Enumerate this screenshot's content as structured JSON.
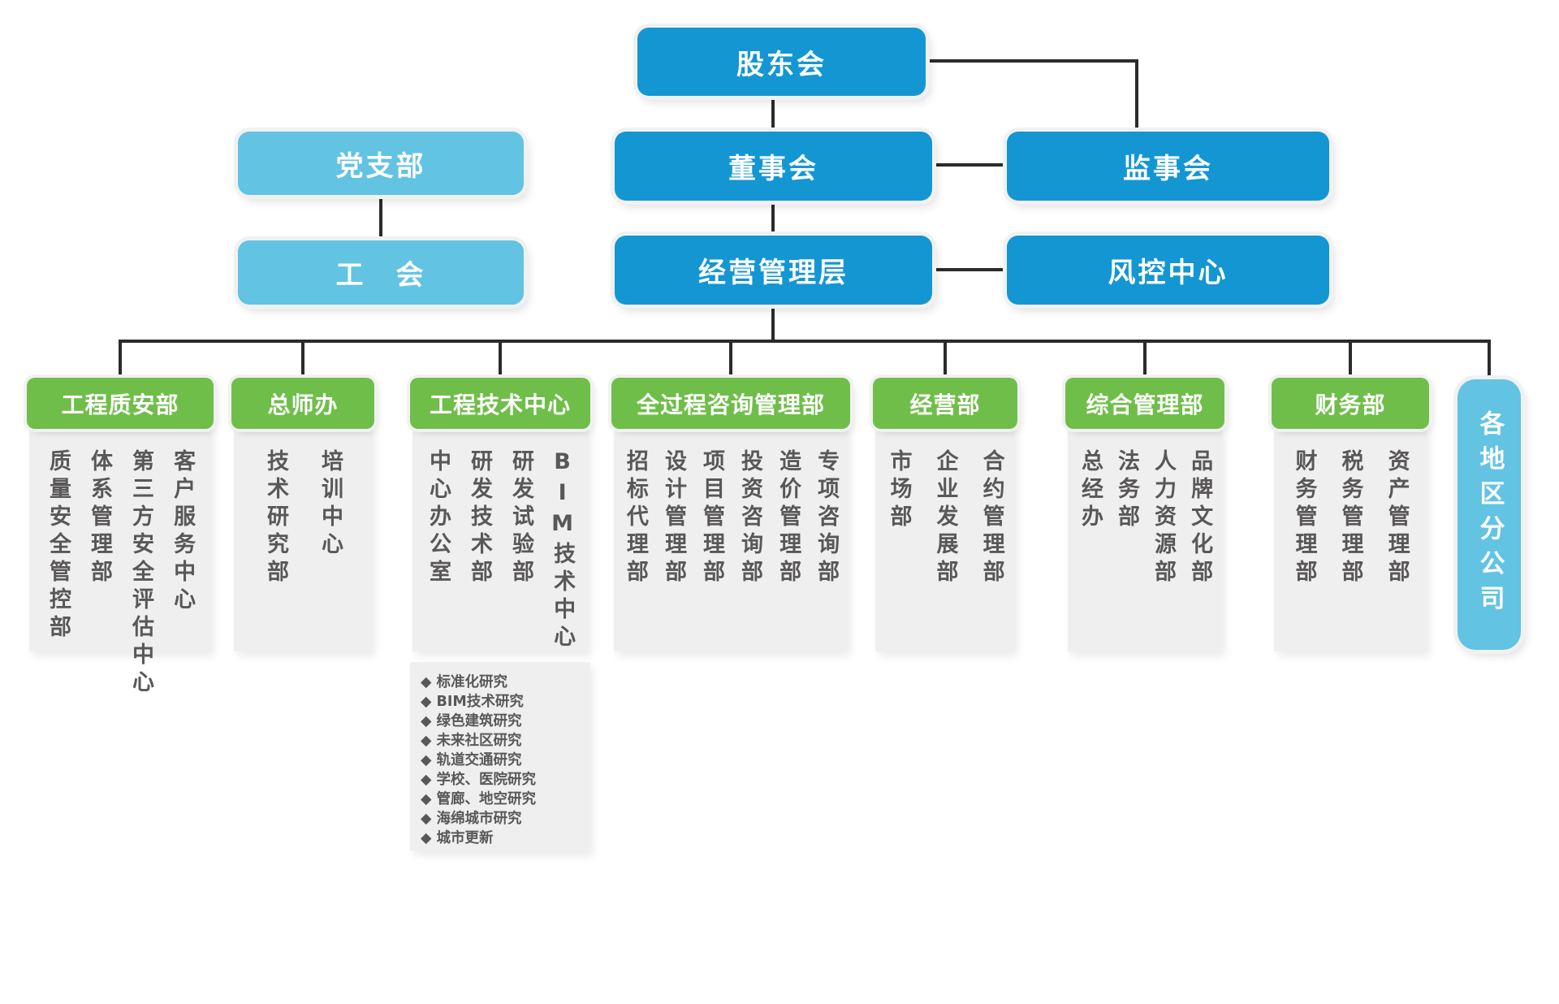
{
  "palette": {
    "primary_blue": "#1496D3",
    "light_blue": "#62C3E3",
    "green": "#70BE4A",
    "panel_gray": "#EFEFEF",
    "line_dark": "#2B2B2B",
    "item_text": "#595757"
  },
  "bullet_marker": "◆",
  "nodes": {
    "shareholders": {
      "label": "股东会"
    },
    "board": {
      "label": "董事会"
    },
    "supervisory": {
      "label": "监事会"
    },
    "management": {
      "label": "经营管理层"
    },
    "risk_control": {
      "label": "风控中心"
    },
    "party_branch": {
      "label": "党支部"
    },
    "labor_union": {
      "label": "工　会"
    }
  },
  "departments": [
    {
      "id": "quality_safety",
      "label": "工程质安部",
      "items": [
        "质量安全管控部",
        "体系管理部",
        "第三方安全评估中心",
        "客户服务中心"
      ]
    },
    {
      "id": "chief_engineer_office",
      "label": "总师办",
      "items": [
        "技术研究部",
        "培训中心"
      ]
    },
    {
      "id": "eng_tech_center",
      "label": "工程技术中心",
      "items": [
        "中心办公室",
        "研发技术部",
        "研发试验部",
        "BIM技术中心"
      ],
      "bullets": [
        "标准化研究",
        "BIM技术研究",
        "绿色建筑研究",
        "未来社区研究",
        "轨道交通研究",
        "学校、医院研究",
        "管廊、地空研究",
        "海绵城市研究",
        "城市更新"
      ]
    },
    {
      "id": "whole_process_consulting",
      "label": "全过程咨询管理部",
      "items": [
        "招标代理部",
        "设计管理部",
        "项目管理部",
        "投资咨询部",
        "造价管理部",
        "专项咨询部"
      ]
    },
    {
      "id": "business",
      "label": "经营部",
      "items": [
        "市场部",
        "企业发展部",
        "合约管理部"
      ]
    },
    {
      "id": "general_management",
      "label": "综合管理部",
      "items": [
        "总经办",
        "法务部",
        "人力资源部",
        "品牌文化部"
      ]
    },
    {
      "id": "finance",
      "label": "财务部",
      "items": [
        "财务管理部",
        "税务管理部",
        "资产管理部"
      ]
    },
    {
      "id": "regional_branches",
      "label": "各地区分公司",
      "items": []
    }
  ]
}
